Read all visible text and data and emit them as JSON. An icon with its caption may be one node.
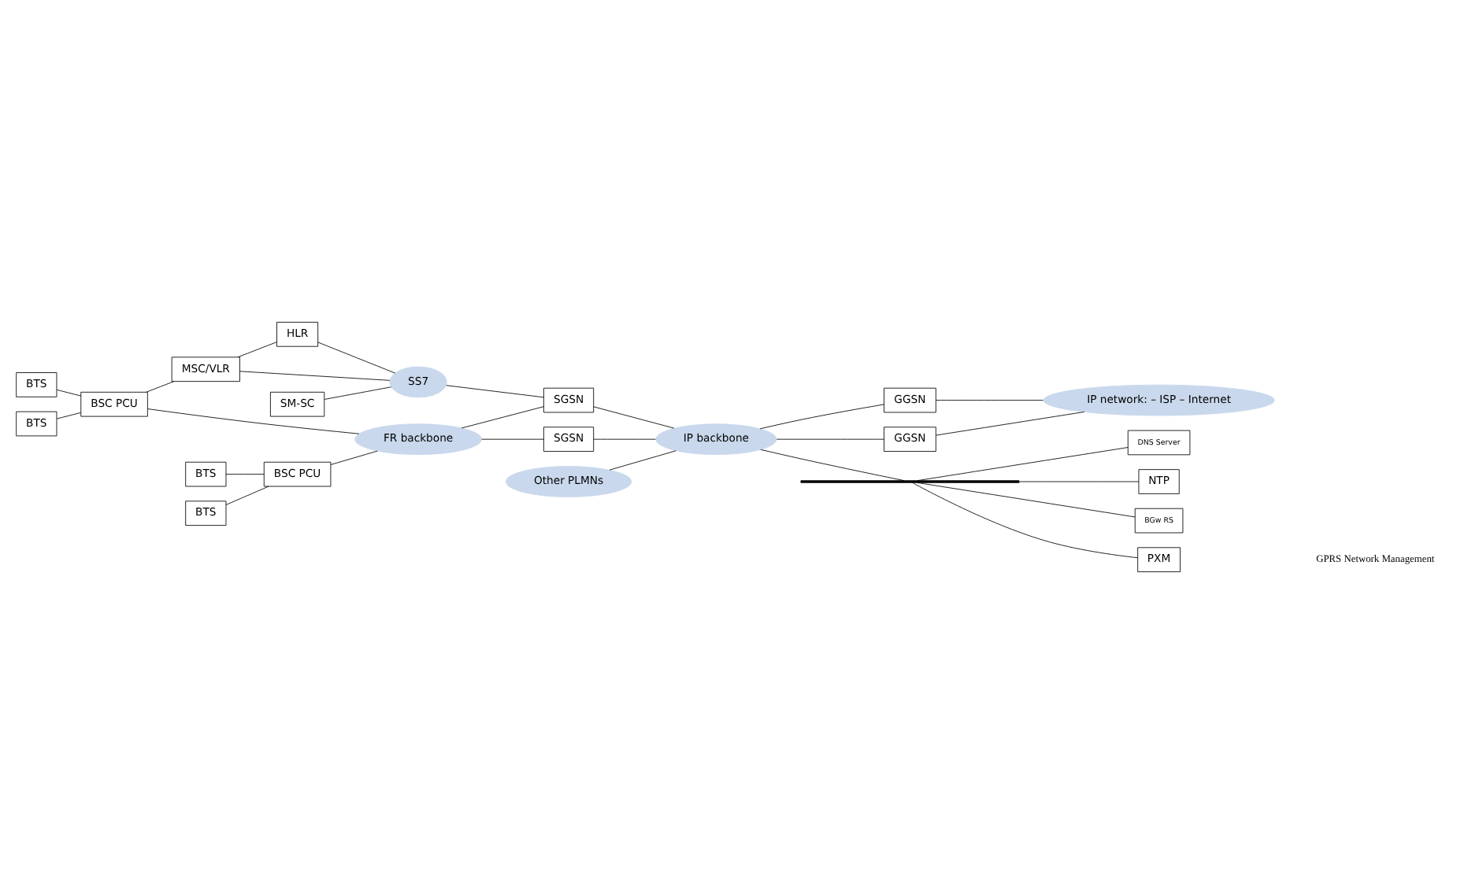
{
  "diagram": {
    "nodes": [
      {
        "text": [
          "BTS"
        ]
      },
      {
        "text": [
          "BTS"
        ]
      },
      {
        "text": [
          "BSC PCU"
        ]
      },
      {
        "text": [
          "MSC/VLR"
        ]
      },
      {
        "text": [
          "HLR"
        ]
      },
      {
        "text": [
          "SM-SC"
        ]
      },
      {
        "text": [
          "SS7"
        ]
      },
      {
        "text": [
          "GGSN"
        ]
      },
      {
        "text": [
          "SGSN"
        ]
      },
      {
        "text": [
          "SGSN"
        ]
      },
      {
        "text": [
          "FR backbone"
        ]
      },
      {
        "text": [
          "IP backbone"
        ]
      },
      {
        "text": [
          "IP network: – ISP – Internet"
        ]
      },
      {
        "text": [
          "Other PLMNs"
        ]
      },
      {
        "text": [
          "GGSN"
        ]
      },
      {
        "text": [
          "BTS"
        ]
      },
      {
        "text": [
          "BSC PCU"
        ]
      },
      {
        "text": [
          "BTS"
        ]
      },
      {
        "text": [],
        "shape": "bar"
      },
      {
        "text": [
          "DNS Server"
        ]
      },
      {
        "text": [
          "NTP"
        ]
      },
      {
        "text": [
          "BGw RS"
        ]
      },
      {
        "text": [
          "PXM"
        ]
      }
    ],
    "edges": [
      {
        "from": 0,
        "to": 2,
        "arrow": "none"
      },
      {
        "from": 1,
        "to": 2,
        "arrow": "none"
      },
      {
        "from": 2,
        "to": 3,
        "arrow": "none"
      },
      {
        "from": 3,
        "to": 4,
        "arrow": "none"
      },
      {
        "from": 2,
        "to": 10,
        "arrow": "none"
      },
      {
        "from": 15,
        "to": 16,
        "arrow": "none"
      },
      {
        "from": 17,
        "to": 16,
        "arrow": "none"
      },
      {
        "from": 16,
        "to": 10,
        "arrow": "none"
      },
      {
        "from": 3,
        "to": 6,
        "arrow": "none"
      },
      {
        "from": 4,
        "to": 6,
        "arrow": "none"
      },
      {
        "from": 5,
        "to": 6,
        "arrow": "none"
      },
      {
        "from": 6,
        "to": 8,
        "arrow": "none"
      },
      {
        "from": 10,
        "to": 8,
        "arrow": "none"
      },
      {
        "from": 10,
        "to": 9,
        "arrow": "none"
      },
      {
        "from": 8,
        "to": 11,
        "arrow": "none"
      },
      {
        "from": 9,
        "to": 11,
        "arrow": "none"
      },
      {
        "from": 11,
        "to": 7,
        "arrow": "none"
      },
      {
        "from": 11,
        "to": 14,
        "arrow": "none"
      },
      {
        "from": 7,
        "to": 12,
        "arrow": "none"
      },
      {
        "from": 14,
        "to": 12,
        "arrow": "none"
      },
      {
        "from": 13,
        "to": 11,
        "arrow": "none"
      },
      {
        "from": 11,
        "to": 18,
        "arrow": "none"
      },
      {
        "from": 18,
        "to": 19,
        "arrow": "none"
      },
      {
        "from": 18,
        "to": 20,
        "arrow": "none"
      },
      {
        "from": 18,
        "to": 21,
        "arrow": "none"
      },
      {
        "from": 18,
        "to": 22,
        "arrow": "none"
      }
    ],
    "labels": [
      "GPRS Network Management"
    ]
  }
}
